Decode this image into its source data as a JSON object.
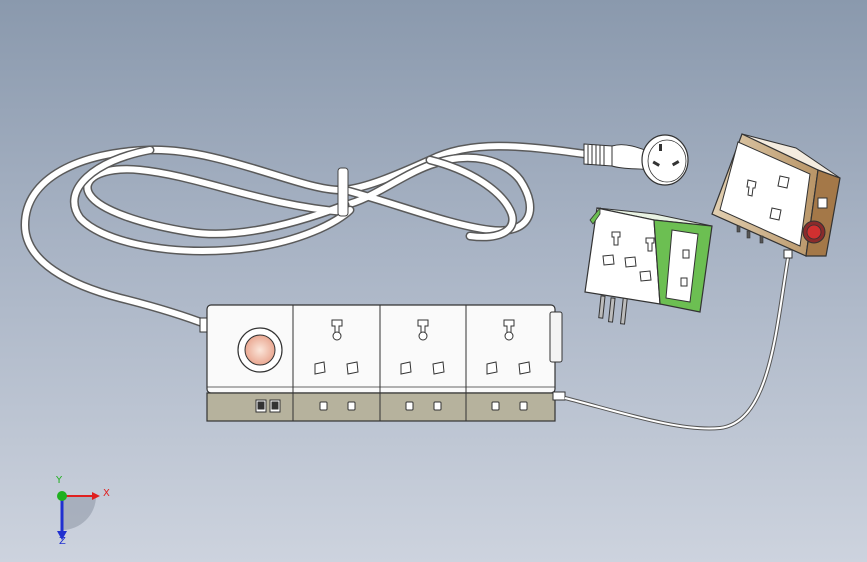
{
  "viewport": {
    "background_top": "#8a99ad",
    "background_bottom": "#cdd3de"
  },
  "model": {
    "parts": [
      "power-strip",
      "power-cord",
      "wall-plug",
      "travel-adapter",
      "switched-socket-box",
      "socket-box-lead"
    ]
  },
  "triad": {
    "x_label": "X",
    "y_label": "Y",
    "z_label": "Z",
    "x_color": "#e02020",
    "y_color": "#20b020",
    "z_color": "#2030d0"
  }
}
